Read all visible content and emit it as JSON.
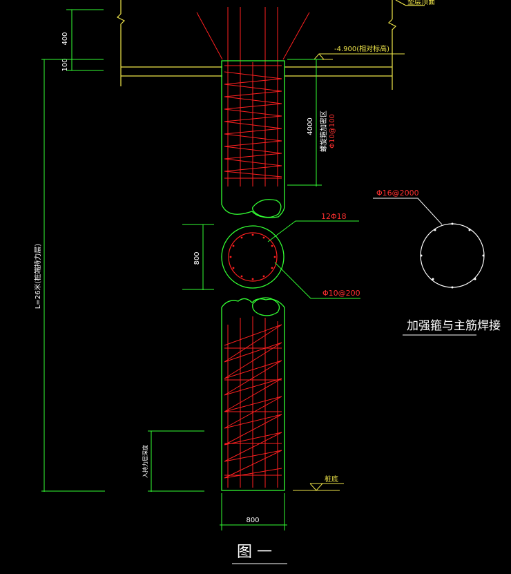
{
  "colors": {
    "background": "#000000",
    "pile_outline": "#33ff33",
    "rebar": "#ff2020",
    "slab": "#f0e64a",
    "dimension": "#33ff33",
    "annotation": "#ffffff"
  },
  "labels": {
    "dim_400": "400",
    "dim_100": "100",
    "elevation": "-4.900(相对标高)",
    "corner_note": "垫层顶面",
    "dim_4000": "4000",
    "spiral_dense_1": "螺旋箍加密区",
    "spiral_dense_2": "Φ10@100",
    "pile_length": "L=26米(桩端持力层)",
    "main_bar": "12Φ18",
    "dim_800_side": "800",
    "stirrup": "Φ10@200",
    "strengthen_ring_spec": "Φ16@2000",
    "strengthen_caption": "加强箍与主筋焊接",
    "bearing_layer": "入持力层深度",
    "pile_bottom": "桩底",
    "dim_800_bottom": "800",
    "figure_title": "图 一"
  }
}
